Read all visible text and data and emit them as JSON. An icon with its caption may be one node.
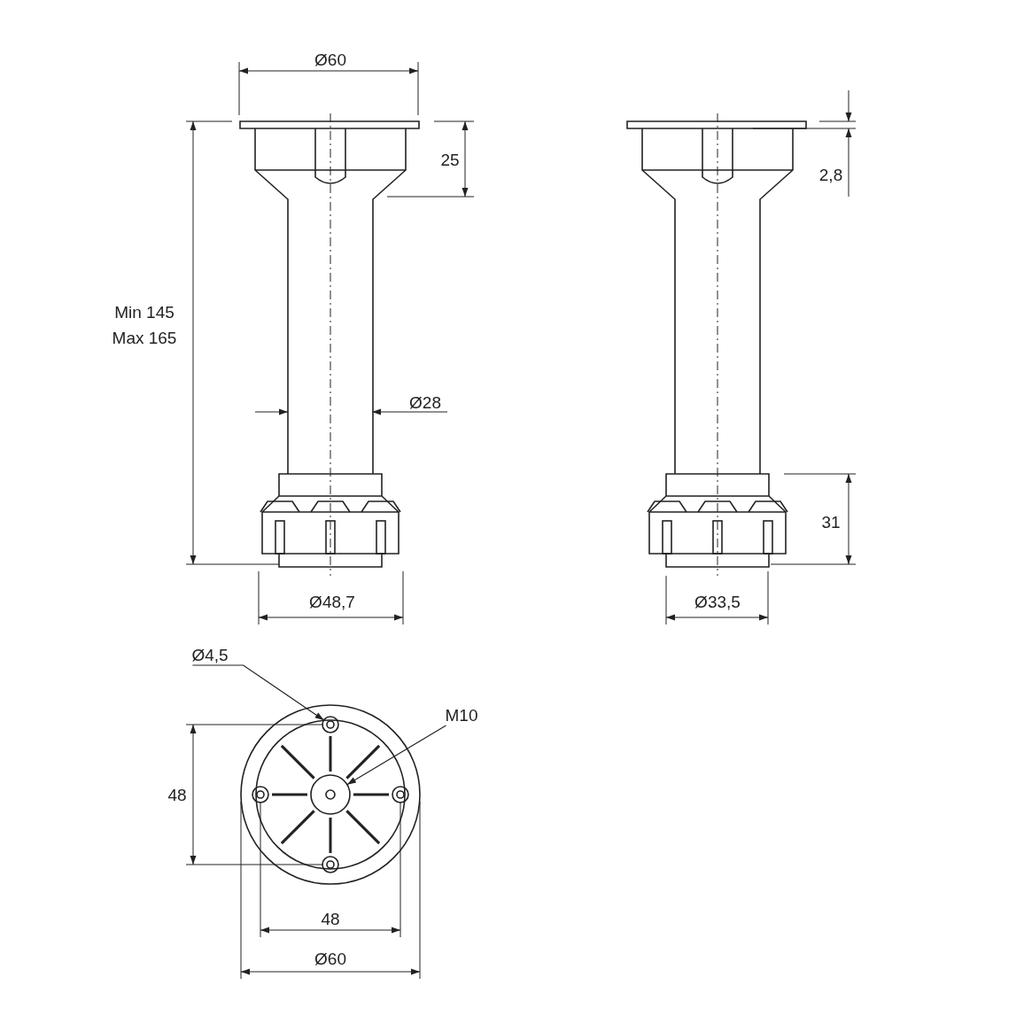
{
  "diagram": {
    "nodes": [
      {
        "text": [
          "Ø4,5"
        ]
      },
      {
        "text": [],
        "shape": "circle"
      },
      {
        "text": [
          "M10"
        ]
      },
      {
        "text": [],
        "shape": "circle"
      }
    ],
    "edges": [
      {
        "from": 0,
        "to": 1,
        "arrow": "to"
      },
      {
        "from": 2,
        "to": 3,
        "arrow": "to"
      }
    ],
    "labels": [
      "Ø60",
      "25",
      "2,8",
      "Min 145",
      "Max 165",
      "Ø28",
      "31",
      "Ø48,7",
      "Ø33,5",
      "48",
      "48",
      "Ø60"
    ]
  }
}
